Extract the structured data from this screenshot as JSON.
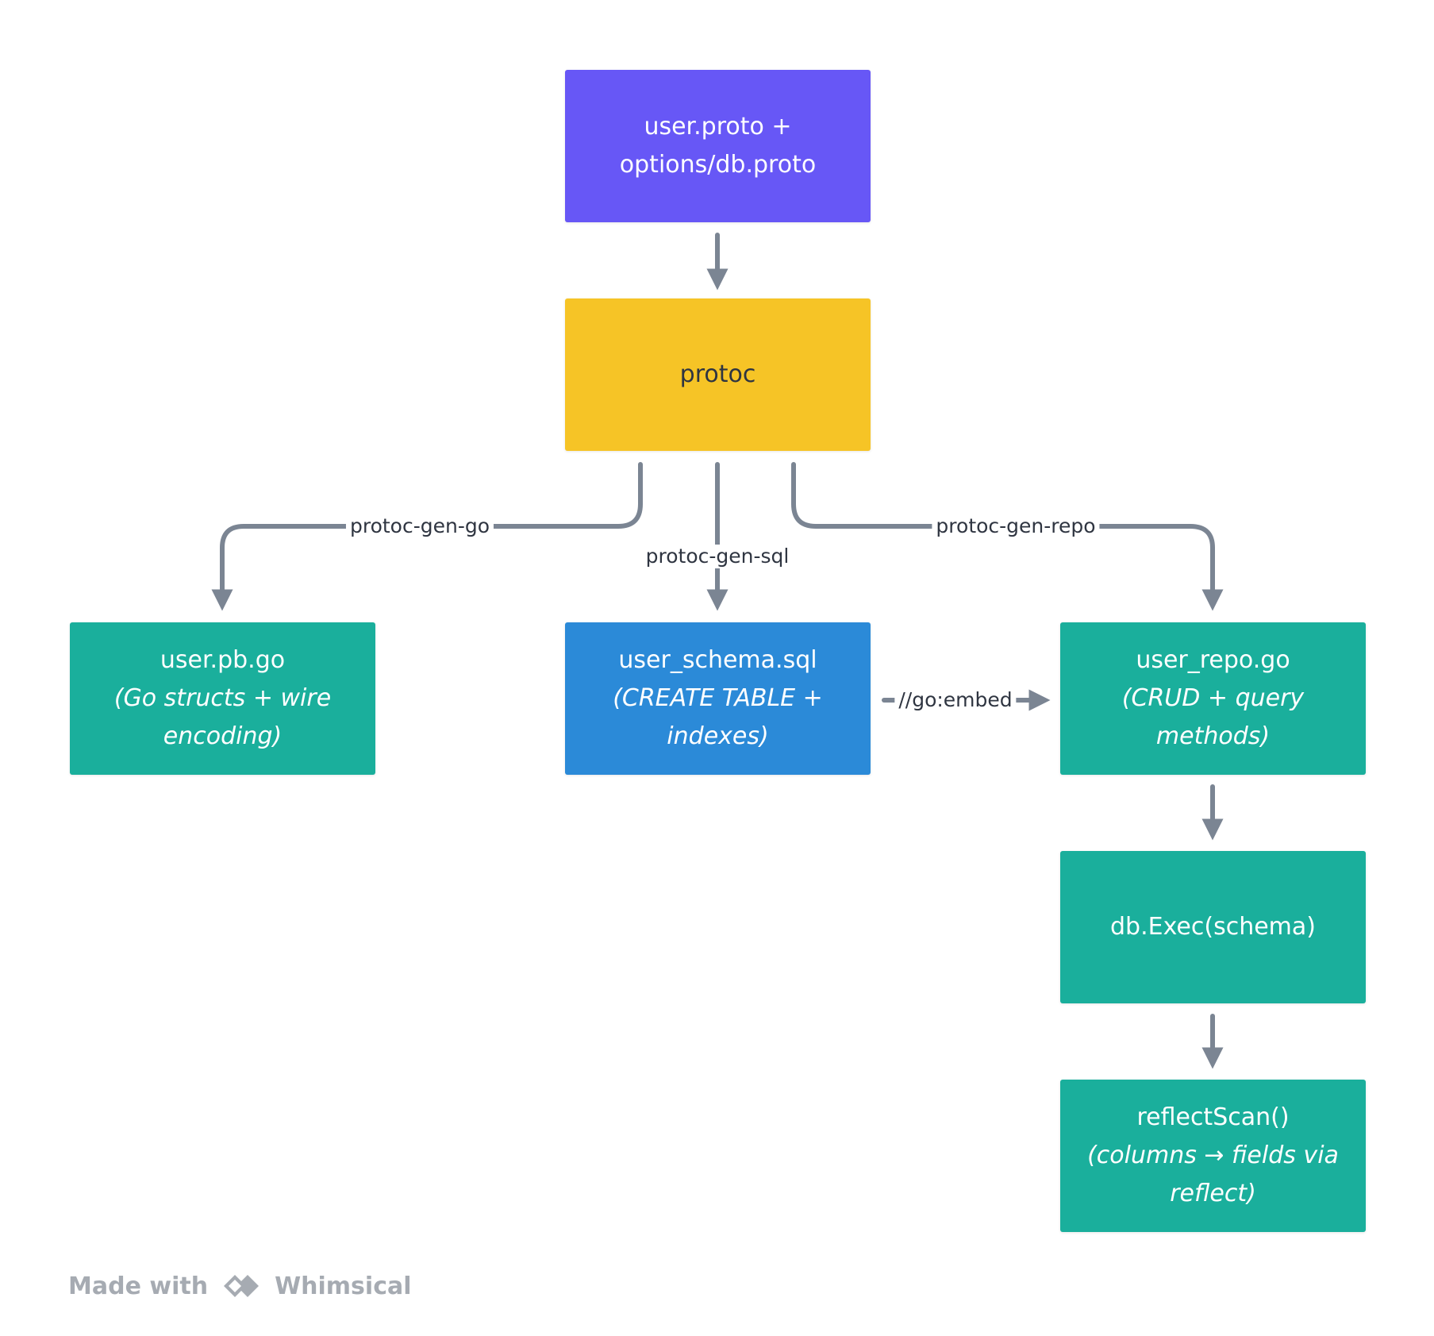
{
  "nodes": {
    "proto_sources": {
      "line1": "user.proto +",
      "line2": "options/db.proto"
    },
    "protoc": {
      "label": "protoc"
    },
    "user_pb_go": {
      "title": "user.pb.go",
      "desc": "(Go structs + wire encoding)"
    },
    "user_schema_sql": {
      "title": "user_schema.sql",
      "desc": "(CREATE TABLE + indexes)"
    },
    "user_repo_go": {
      "title": "user_repo.go",
      "desc": "(CRUD + query methods)"
    },
    "db_exec": {
      "label": "db.Exec(schema)"
    },
    "reflect_scan": {
      "title": "reflectScan()",
      "desc": "(columns → fields via reflect)"
    }
  },
  "edges": {
    "gen_go": "protoc-gen-go",
    "gen_sql": "protoc-gen-sql",
    "gen_repo": "protoc-gen-repo",
    "go_embed": "//go:embed"
  },
  "footer": {
    "made_with": "Made with",
    "brand": "Whimsical"
  },
  "colors": {
    "purple": "#6757f6",
    "yellow": "#f6c426",
    "teal": "#1aaf9c",
    "blue": "#2b8ad8",
    "wire": "#7b8593"
  }
}
